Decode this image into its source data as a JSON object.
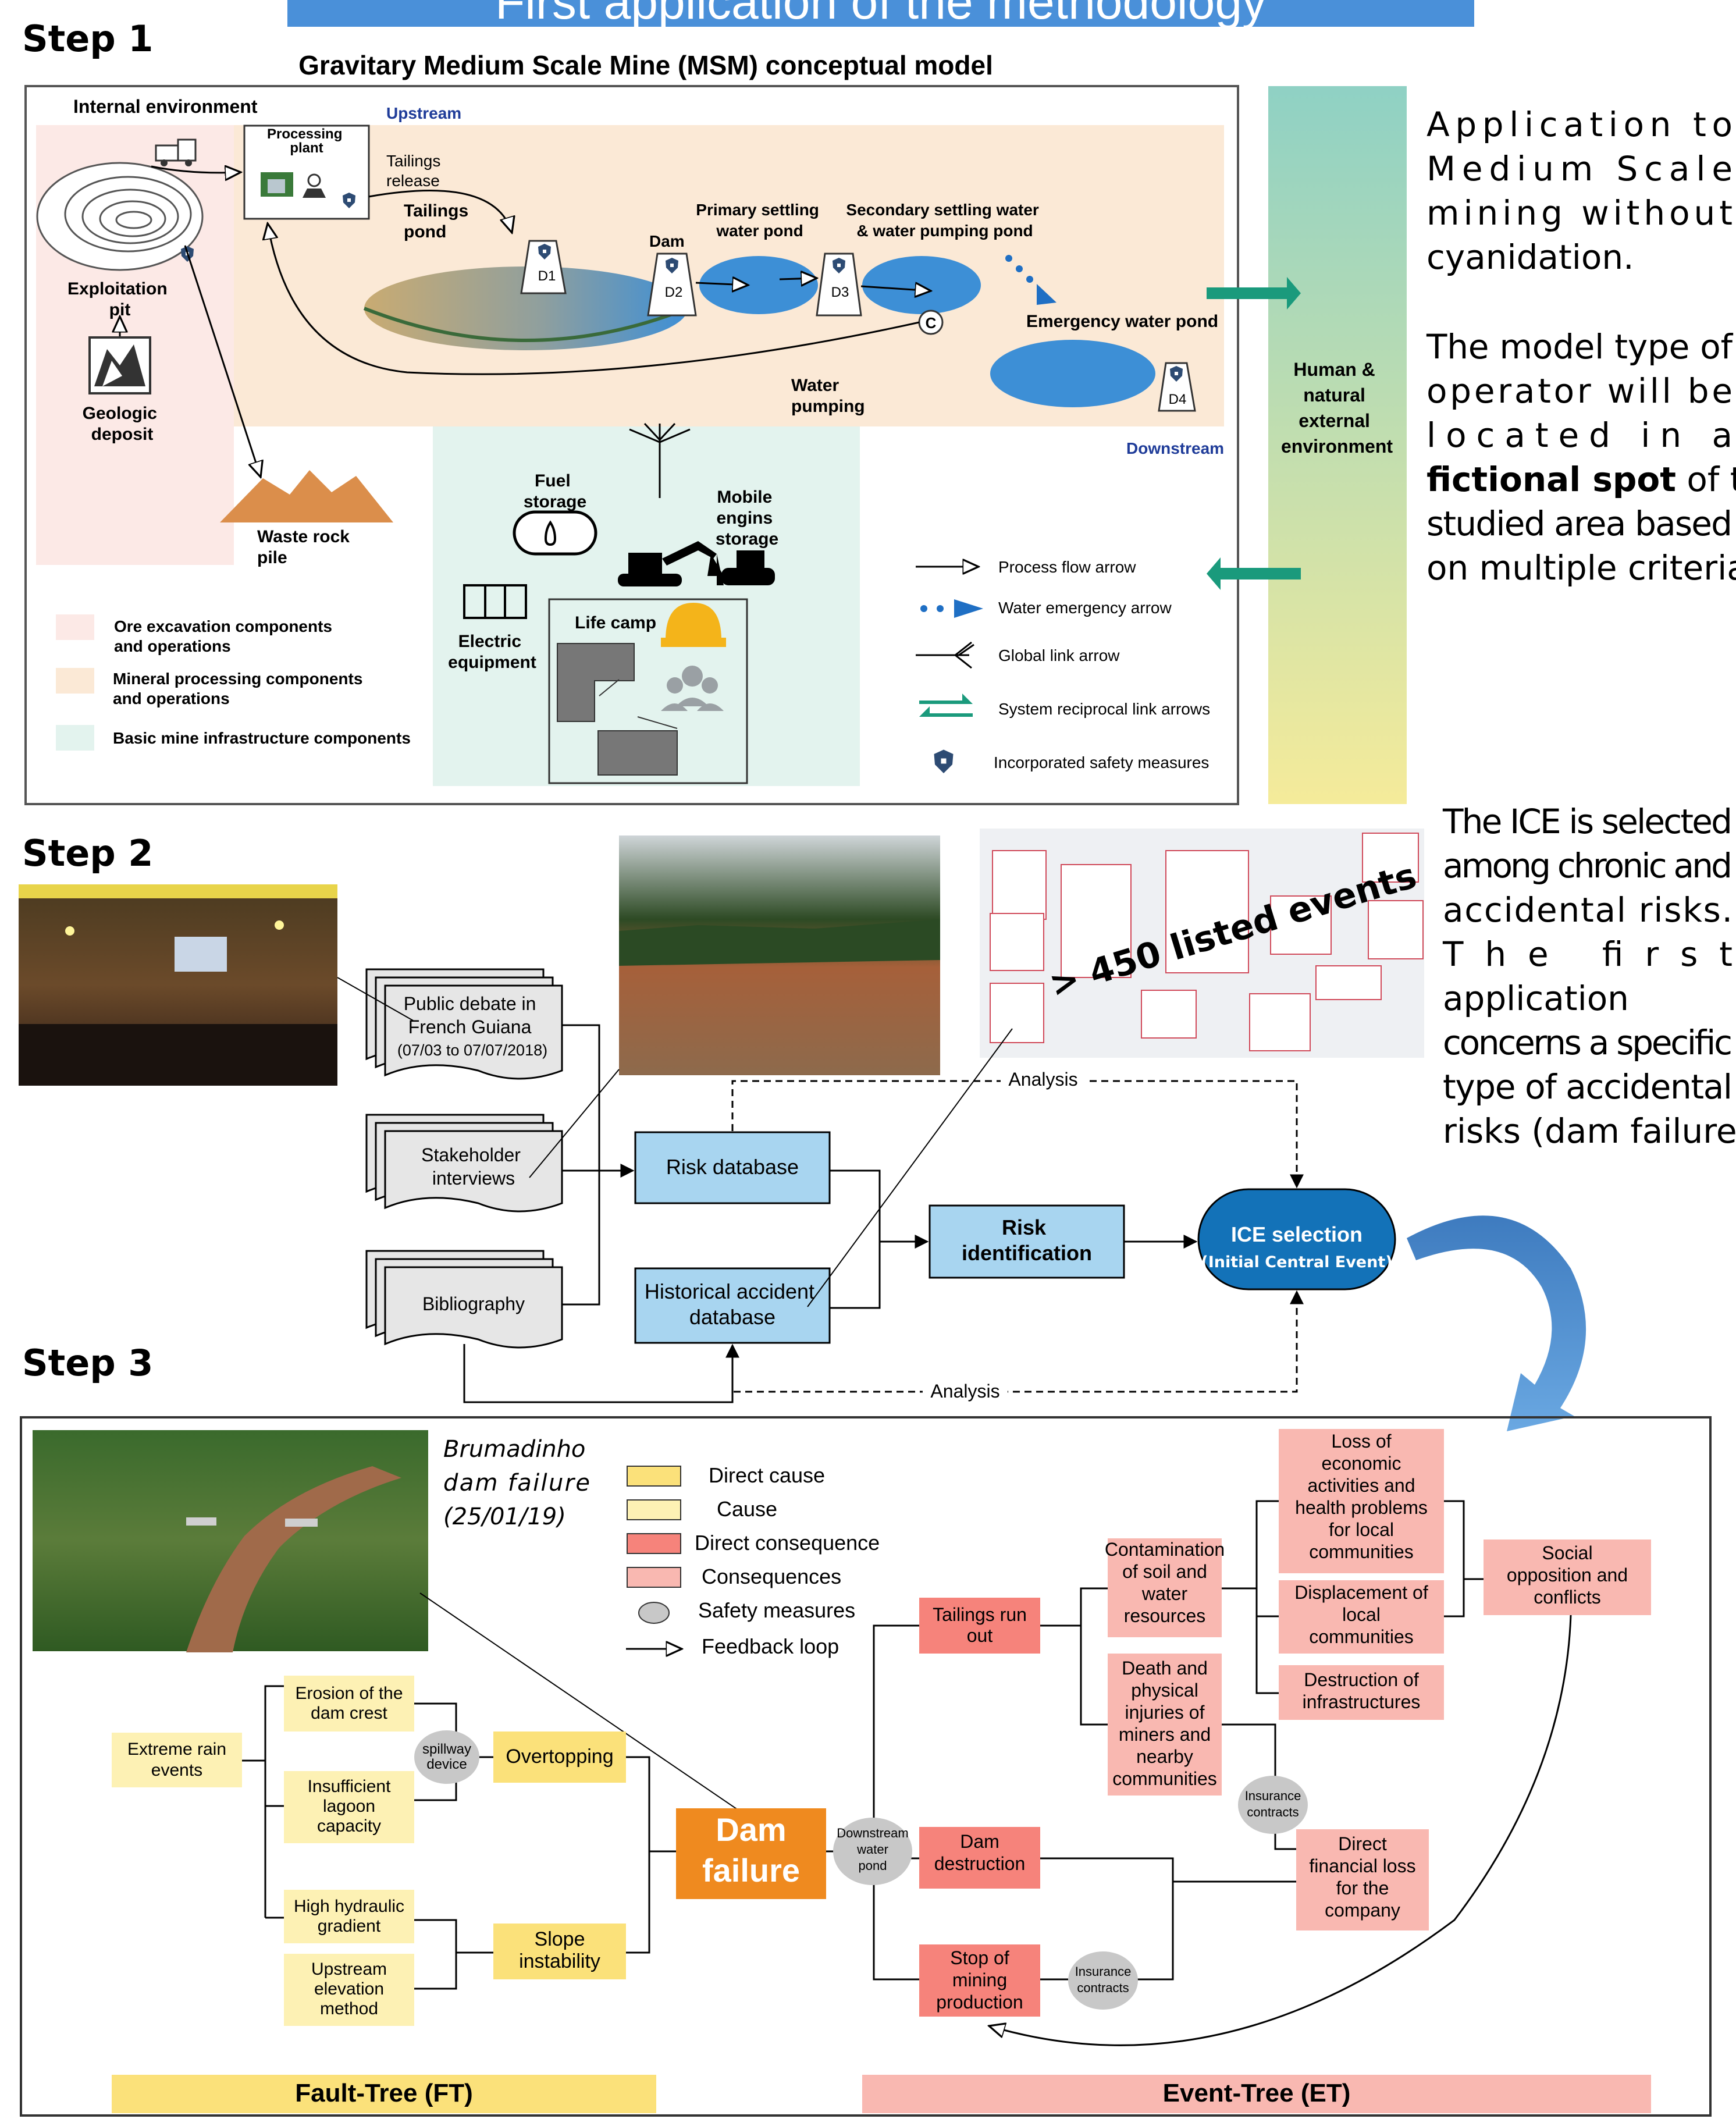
{
  "banner": "First application of the methodology",
  "step1": {
    "label": "Step 1",
    "model_title": "Gravitary Medium Scale Mine (MSM) conceptual model",
    "internal_env": "Internal environment",
    "upstream": "Upstream",
    "downstream": "Downstream",
    "processing_plant": [
      "Processing",
      "plant"
    ],
    "tailings_release": [
      "Tailings",
      "release"
    ],
    "tailings_pond": [
      "Tailings",
      "pond"
    ],
    "dam": "Dam",
    "primary_pond": [
      "Primary settling",
      "water pond"
    ],
    "secondary_pond": [
      "Secondary settling water",
      "& water pumping pond"
    ],
    "emergency_pond": "Emergency water pond",
    "water_pumping": [
      "Water",
      "pumping"
    ],
    "exploitation_pit": [
      "Exploitation",
      "pit"
    ],
    "geologic_deposit": [
      "Geologic",
      "deposit"
    ],
    "waste_rock": [
      "Waste rock",
      "pile"
    ],
    "fuel_storage": [
      "Fuel",
      "storage"
    ],
    "mobile_engines": [
      "Mobile",
      "engins",
      "storage"
    ],
    "electric_equipment": [
      "Electric",
      "equipment"
    ],
    "life_camp": "Life camp",
    "dams": [
      "D1",
      "D2",
      "D3",
      "D4"
    ],
    "human_env": [
      "Human &",
      "natural",
      "external",
      "environment"
    ],
    "legend_components": [
      {
        "label": [
          "Ore excavation components",
          "and operations"
        ],
        "color": "#fce9e6"
      },
      {
        "label": [
          "Mineral processing components",
          "and operations"
        ],
        "color": "#fbe9d6"
      },
      {
        "label": [
          "Basic mine infrastructure components"
        ],
        "color": "#e3f3ee"
      }
    ],
    "legend_arrows": [
      "Process flow arrow",
      "Water emergency arrow",
      "Global link arrow",
      "System reciprocal link arrows",
      "Incorporated safety measures"
    ],
    "side_text_1": [
      "Application to",
      "Medium Scale",
      "mining without",
      "cyanidation."
    ],
    "side_text_2_plain_a": [
      "The model type of",
      "operator will be",
      "located in a"
    ],
    "side_text_2_bold": "fictional spot",
    "side_text_2_rest": " of the",
    "side_text_2_plain_b": [
      "studied area based",
      "on multiple criteria."
    ]
  },
  "step2": {
    "label": "Step 2",
    "public_debate": [
      "Public debate in",
      "French Guiana",
      "(07/03 to 07/07/2018)"
    ],
    "stakeholder": [
      "Stakeholder",
      "interviews"
    ],
    "bibliography": "Bibliography",
    "risk_database": "Risk database",
    "historical_db": [
      "Historical accident",
      "database"
    ],
    "risk_identification": [
      "Risk",
      "identification"
    ],
    "ice_selection": "ICE selection",
    "ice_sub": "(Initial Central Event)",
    "analysis": "Analysis",
    "listed_events": "> 450 listed events",
    "side_text": [
      "The ICE is selected",
      "among chronic and",
      "accidental risks.",
      "The first",
      "application",
      "concerns a specific",
      "type of accidental",
      "risks (dam failure)"
    ]
  },
  "step3": {
    "label": "Step 3",
    "brumadinho": [
      "Brumadinho",
      "dam failure",
      "(25/01/19)"
    ],
    "legend": [
      "Direct cause",
      "Cause",
      "Direct consequence",
      "Consequences",
      "Safety measures",
      "Feedback loop"
    ],
    "extreme_rain": [
      "Extreme rain",
      "events"
    ],
    "erosion": [
      "Erosion of the",
      "dam crest"
    ],
    "insufficient": [
      "Insufficient",
      "lagoon",
      "capacity"
    ],
    "high_hydraulic": [
      "High hydraulic",
      "gradient"
    ],
    "upstream_elev": [
      "Upstream",
      "elevation",
      "method"
    ],
    "spillway": [
      "spillway",
      "device"
    ],
    "overtopping": "Overtopping",
    "slope": [
      "Slope",
      "instability"
    ],
    "dam_failure": [
      "Dam",
      "failure"
    ],
    "downstream_pond": [
      "Downstream",
      "water",
      "pond"
    ],
    "tailings_runout": [
      "Tailings run",
      "out"
    ],
    "dam_destruction": [
      "Dam",
      "destruction"
    ],
    "stop_mining": [
      "Stop of",
      "mining",
      "production"
    ],
    "contamination": [
      "Contamination",
      "of soil and",
      "water",
      "resources"
    ],
    "death": [
      "Death and",
      "physical",
      "injuries of",
      "miners and",
      "nearby",
      "communities"
    ],
    "loss_economic": [
      "Loss of",
      "economic",
      "activities and",
      "health problems",
      "for local",
      "communities"
    ],
    "displacement": [
      "Displacement of",
      "local",
      "communities"
    ],
    "destruction_infra": [
      "Destruction of",
      "infrastructures"
    ],
    "social": [
      "Social",
      "opposition and",
      "conflicts"
    ],
    "insurance": [
      "Insurance",
      "contracts"
    ],
    "direct_financial": [
      "Direct",
      "financial loss",
      "for the",
      "company"
    ],
    "fault_tree": "Fault-Tree (FT)",
    "event_tree": "Event-Tree (ET)"
  },
  "colors": {
    "banner": "#4a90d9",
    "direct_cause": "#fbe17a",
    "cause": "#fdf1b4",
    "direct_consequence": "#f6837b",
    "consequence": "#f9b8b1",
    "safety": "#c8c8c8",
    "dam_failure": "#ef8a1f",
    "blue_box": "#a8d5f0",
    "ice": "#1372b8"
  }
}
